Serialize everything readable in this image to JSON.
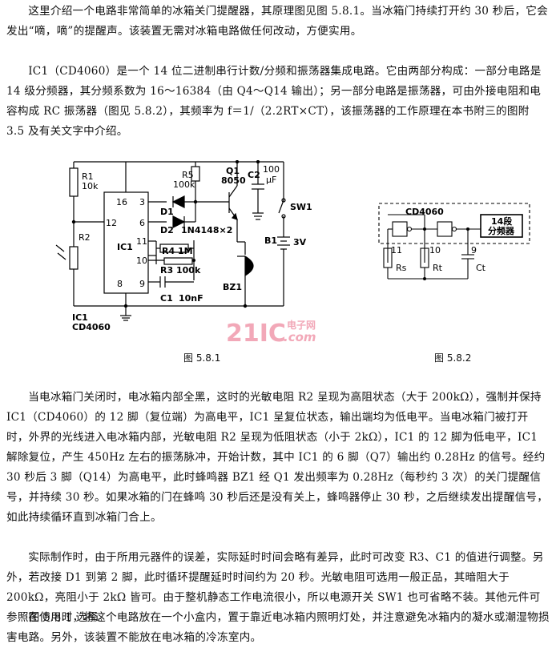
{
  "paragraphs": {
    "p1": "这里介绍一个电路非常简单的冰箱关门提醒器，其原理图见图 5.8.1。当冰箱门持续打开约 30 秒后，它会发出“嘀，嘀”的提醒声。该装置无需对冰箱电路做任何改动，方便实用。",
    "p2": "IC1（CD4060）是一个 14 位二进制串行计数/分频和振荡器集成电路。它由两部分构成：一部分电路是 14 级分频器，其分频系数为 16～16384（由 Q4～Q14 输出）；另一部分电路是振荡器，可由外接电阻和电容构成 RC 振荡器（图见 5.8.2），其频率为 f＝1/（2.2RT×CT），该振荡器的工作原理在本书附三的图附 3.5 及有关文字中介绍。",
    "p3": "当电冰箱门关闭时，电冰箱内部全黑，这时的光敏电阻 R2 呈现为高阻状态（大于 200kΩ），强制并保持 IC1（CD4060）的 12 脚（复位端）为高电平，IC1 呈复位状态，输出端均为低电平。当电冰箱门被打开时，外界的光线进入电冰箱内部，光敏电阻 R2 呈现为低阻状态（小于 2kΩ），IC1 的 12 脚为低电平，IC1 解除复位，产生 450Hz 左右的振荡脉冲，开始计数，其中 IC1 的 6 脚（Q7）输出约 0.28Hz 的信号。经约 30 秒后 3 脚（Q14）为高电平，此时蜂鸣器 BZ1 经 Q1 发出频率为 0.28Hz（每秒约 3 次）的关门提醒信号，并持续 30 秒。如果冰箱的门在蜂鸣 30 秒后还是没有关上，蜂鸣器停止 30 秒，之后继续发出提醒信号，如此持续循环直到冰箱门合上。",
    "p4": "实际制作时，由于所用元器件的误差，实际延时时间会略有差异，此时可改变 R3、C1 的值进行调整。另外，若改接 D1 到第 2 脚，此时循环提醒延时时间约为 20 秒。光敏电阻可选用一般正品，其暗阻大于 200kΩ，亮阻小于 2kΩ 皆可。由于整机静态工作电流很小，所以电源开关 SW1 也可省略不装。其他元件可参照图 5.8.1 选择。",
    "p5": "在使用时，将这个电路放在一个小盒内，置于靠近电冰箱内照明灯处，并注意避免冰箱内的凝水或潮湿物损害电路。另外，该装置不能放在电冰箱的冷冻室内。"
  },
  "fig1": {
    "caption": "图 5.8.1",
    "r1": "R1",
    "r1_val": "10k",
    "r2": "R2",
    "r5": "R5",
    "r5_val": "100k",
    "q1": "Q1",
    "q1_val": "8050",
    "c2": "C2",
    "c2_val": "100",
    "c2_unit": "μF",
    "sw1": "SW1",
    "b1": "B1",
    "b1_val": "3V",
    "d1": "D1",
    "d2": "D2",
    "d_val": "1N4148×2",
    "r4": "R4",
    "r4_val": "1M",
    "r3": "R3",
    "r3_val": "100k",
    "c1": "C1",
    "c1_val": "10nF",
    "bz1": "BZ1",
    "ic_name": "IC1",
    "ic_label": "IC1",
    "ic_part": "CD4060",
    "pins": [
      "16",
      "12",
      "3",
      "6",
      "11",
      "10",
      "8",
      "9"
    ]
  },
  "fig2": {
    "caption": "图 5.8.2",
    "chip": "CD4060",
    "divider": [
      "14段",
      "分频器"
    ],
    "pins": [
      "11",
      "10",
      "9"
    ],
    "rs": "Rs",
    "rt": "Rt",
    "ct": "Ct"
  },
  "watermark": {
    "brand": "21IC",
    "cn": "电子网",
    "domain": ".com"
  }
}
